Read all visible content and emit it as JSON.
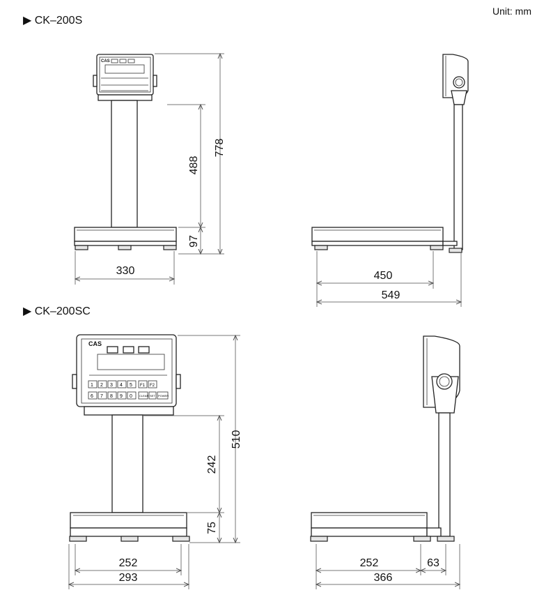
{
  "unit_label": "Unit: mm",
  "sections": [
    {
      "title": "▶ CK–200S"
    },
    {
      "title": "▶ CK–200SC"
    }
  ],
  "brand": "CAS",
  "dims": {
    "s_front_total_height": "778",
    "s_front_column_height": "488",
    "s_front_base_height": "97",
    "s_front_width": "330",
    "s_side_platform_depth": "450",
    "s_side_total_depth": "549",
    "sc_front_total_height": "510",
    "sc_front_column_height": "242",
    "sc_front_base_height": "75",
    "sc_front_platform_width": "252",
    "sc_front_total_width": "293",
    "sc_side_platform_depth": "252",
    "sc_side_column_offset": "63",
    "sc_side_total_depth": "366"
  },
  "keypad": {
    "row1": [
      "1",
      "2",
      "3",
      "4",
      "5",
      "F1",
      "F2"
    ],
    "row2": [
      "6",
      "7",
      "8",
      "9",
      "0",
      "CLEAR",
      "SET",
      "POWER"
    ]
  }
}
